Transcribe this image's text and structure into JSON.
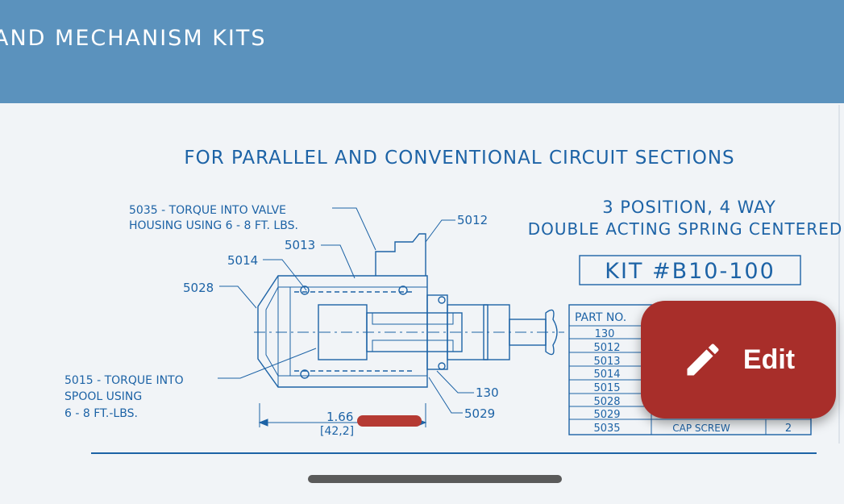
{
  "header": {
    "title": "AND MECHANISM KITS"
  },
  "drawing": {
    "heading": "FOR PARALLEL AND CONVENTIONAL CIRCUIT SECTIONS",
    "config_line1": "3 POSITION, 4 WAY",
    "config_line2": "DOUBLE ACTING SPRING CENTERED",
    "kit_label": "KIT #B10-100",
    "callouts": {
      "c5035_line1": "5035 - TORQUE INTO VALVE",
      "c5035_line2": "HOUSING USING 6 - 8 FT. LBS.",
      "c5012": "5012",
      "c5013": "5013",
      "c5014": "5014",
      "c5028": "5028",
      "c5015_line1": "5015 - TORQUE INTO",
      "c5015_line2": "SPOOL USING",
      "c5015_line3": "6 - 8 FT.-LBS.",
      "c130": "130",
      "c5029": "5029",
      "dim_in": "1.66",
      "dim_mm": "[42,2]"
    },
    "parts_table": {
      "header": "PART NO.",
      "part_numbers": [
        "130",
        "5012",
        "5013",
        "5014",
        "5015",
        "5028",
        "5029",
        "5035"
      ],
      "last_row_desc": "CAP SCREW",
      "last_row_qty": "2"
    }
  },
  "fab": {
    "label": "Edit",
    "icon": "pencil-icon"
  },
  "colors": {
    "header": "#5b92bd",
    "fab": "#a82e2a",
    "ink": "#1d63a6"
  }
}
